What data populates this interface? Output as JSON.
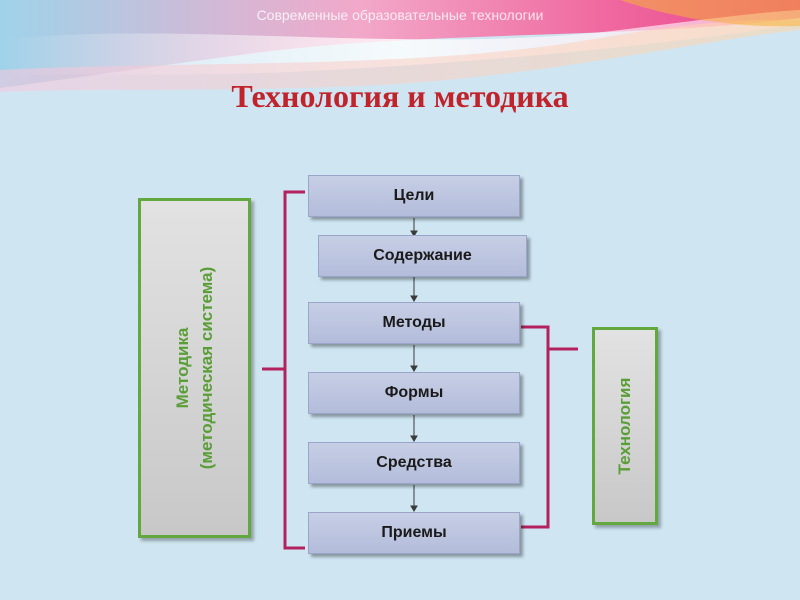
{
  "header": {
    "text": "Современные образовательные технологии"
  },
  "title": "Технология и методика",
  "left_box": {
    "line1": "Методика",
    "line2": "(методическая система)"
  },
  "right_box": {
    "label": "Технология"
  },
  "steps": [
    {
      "label": "Цели"
    },
    {
      "label": "Содержание"
    },
    {
      "label": "Методы"
    },
    {
      "label": "Формы"
    },
    {
      "label": "Средства"
    },
    {
      "label": "Приемы"
    }
  ],
  "colors": {
    "title": "#c0232a",
    "bracket": "#b3225e",
    "side_border": "#62a83f",
    "side_text": "#5a9e37",
    "box_fill": "#bcc4e0"
  }
}
